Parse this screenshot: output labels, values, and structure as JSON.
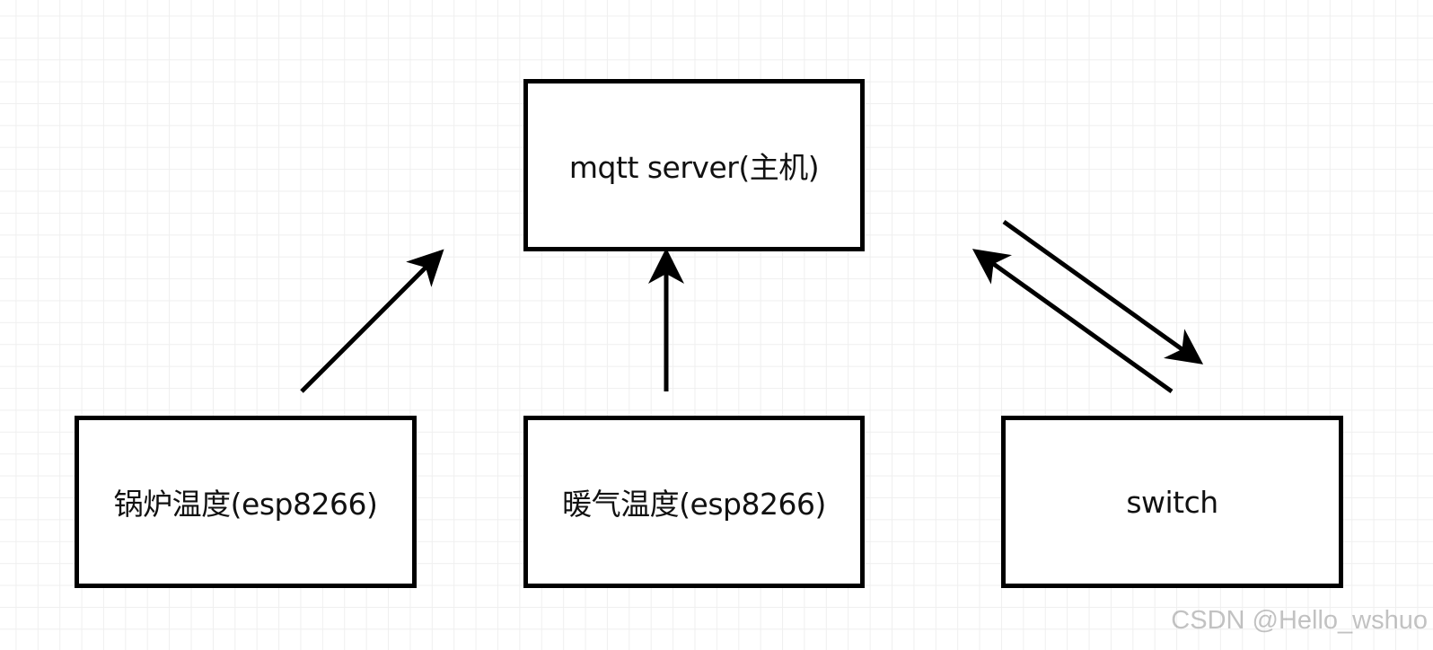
{
  "diagram": {
    "nodes": {
      "server": {
        "label": "mqtt server(主机)"
      },
      "boiler": {
        "label": "锅炉温度(esp8266)"
      },
      "heating": {
        "label": "暖气温度(esp8266)"
      },
      "switch": {
        "label": "switch"
      }
    },
    "edges": [
      {
        "from": "boiler",
        "to": "server",
        "direction": "one-way"
      },
      {
        "from": "heating",
        "to": "server",
        "direction": "one-way"
      },
      {
        "from": "server",
        "to": "switch",
        "direction": "one-way"
      },
      {
        "from": "switch",
        "to": "server",
        "direction": "one-way"
      }
    ],
    "colors": {
      "stroke": "#000000",
      "grid": "#efefef",
      "background": "#ffffff"
    }
  },
  "watermark": {
    "text": "CSDN @Hello_wshuo"
  }
}
